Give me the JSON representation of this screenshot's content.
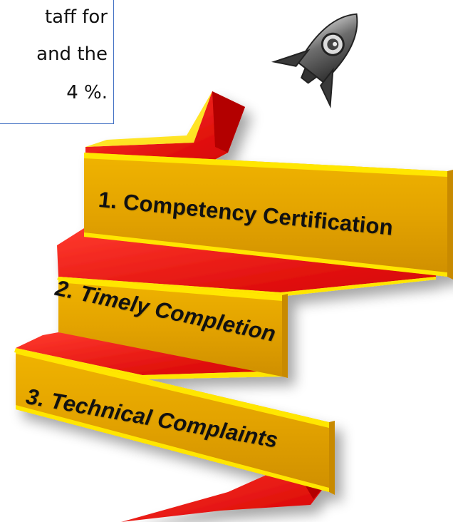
{
  "textbox": {
    "lines": [
      "taff for",
      "and the",
      "4 %."
    ]
  },
  "steps": [
    {
      "label": "1. Competency Certification"
    },
    {
      "label": "2. Timely Completion"
    },
    {
      "label": "3. Technical Complaints"
    }
  ],
  "colors": {
    "ribbon_face": "#e2a200",
    "ribbon_edge": "#ffe600",
    "fold": "#ee1c1c",
    "fold_dark": "#b30000",
    "rocket": "#555555",
    "textbox_border": "#4472c4"
  },
  "icons": [
    "rocket-icon"
  ]
}
